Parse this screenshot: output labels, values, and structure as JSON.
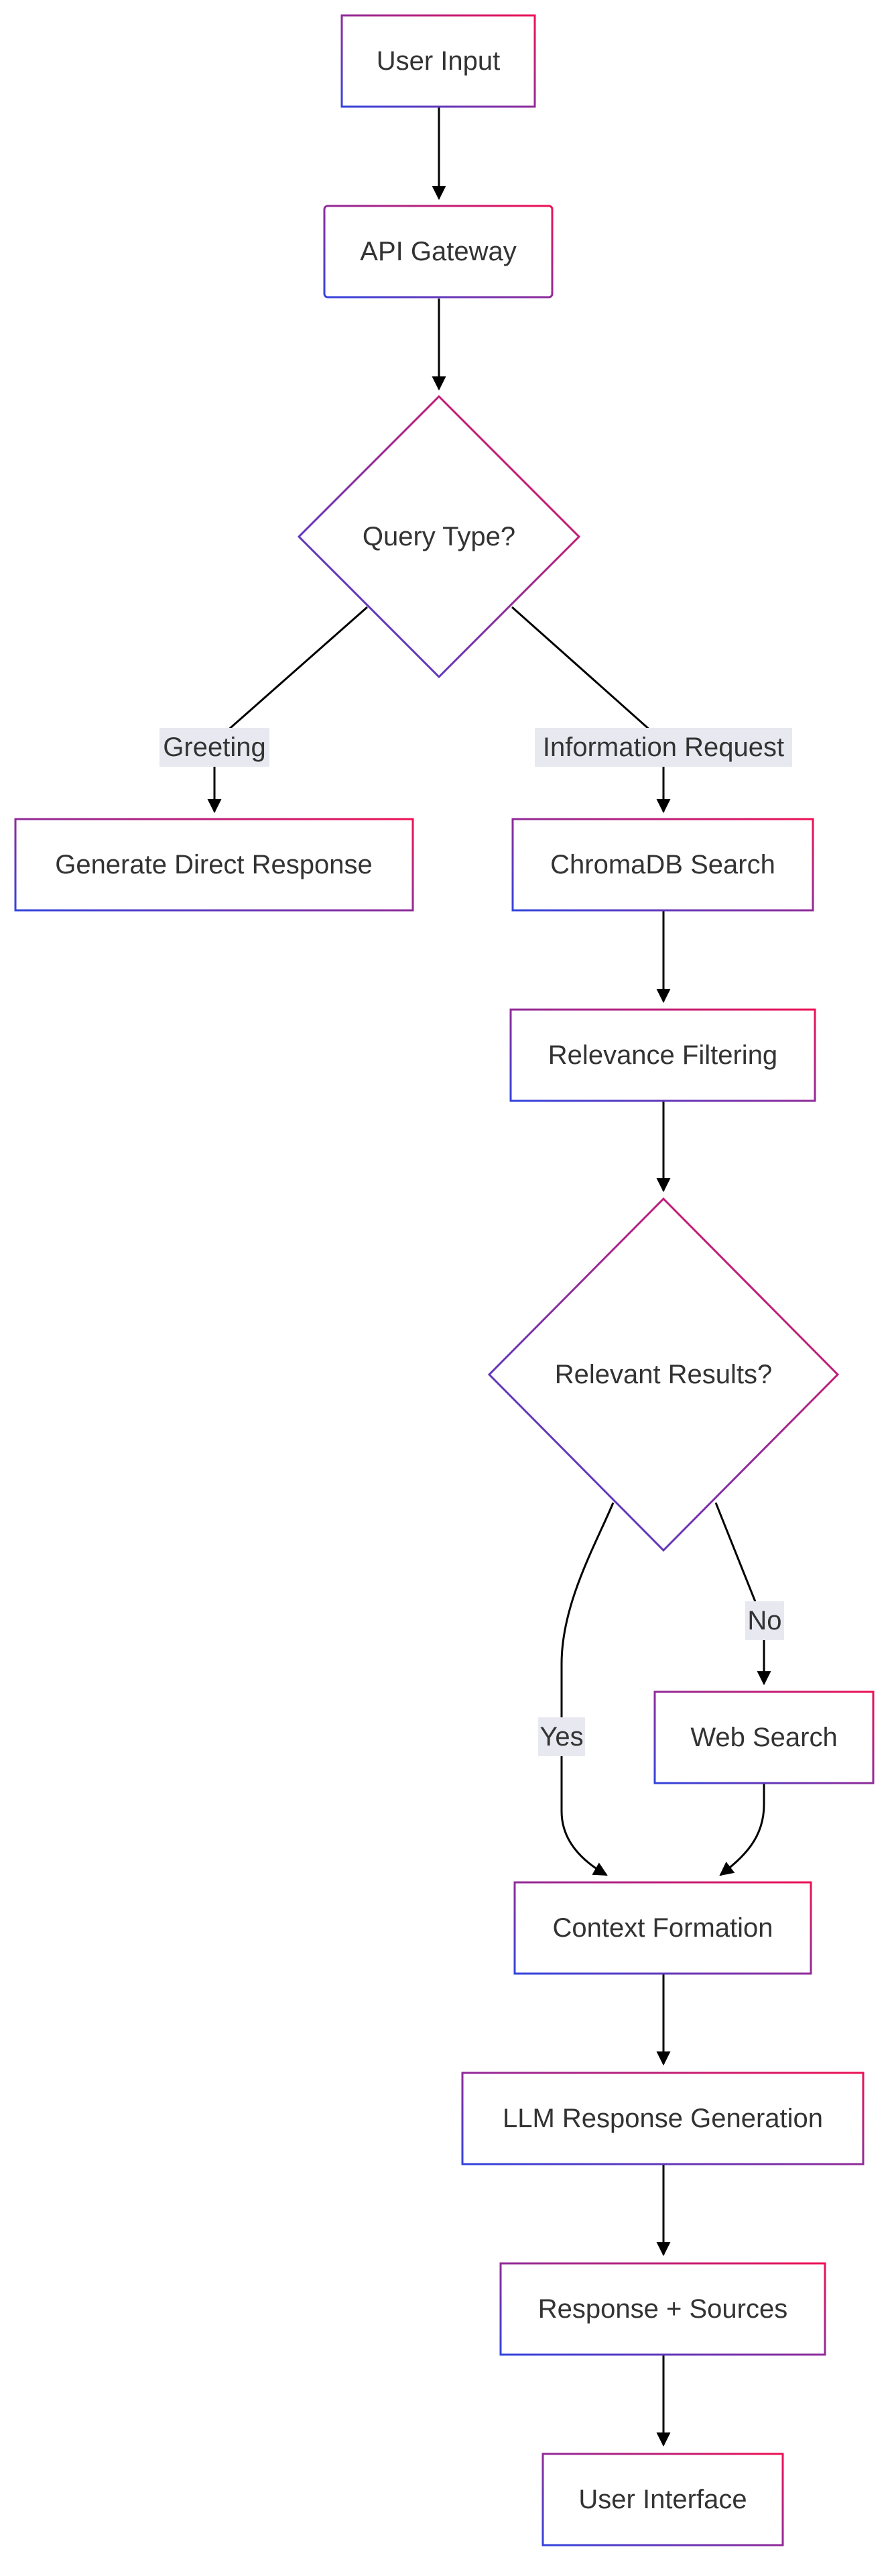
{
  "nodes": {
    "user_input": "User Input",
    "api_gateway": "API Gateway",
    "query_type": "Query Type?",
    "generate_direct_response": "Generate Direct Response",
    "chromadb_search": "ChromaDB Search",
    "relevance_filtering": "Relevance Filtering",
    "relevant_results": "Relevant Results?",
    "web_search": "Web Search",
    "context_formation": "Context Formation",
    "llm_response_generation": "LLM Response Generation",
    "response_sources": "Response + Sources",
    "user_interface": "User Interface"
  },
  "edges": {
    "greeting": "Greeting",
    "information_request": "Information Request",
    "yes": "Yes",
    "no": "No"
  },
  "colors": {
    "gradient_start": "#3344dd",
    "gradient_end": "#ee1155",
    "edge": "#000000",
    "text": "#333333",
    "label_bg": "#e8e8f0"
  }
}
